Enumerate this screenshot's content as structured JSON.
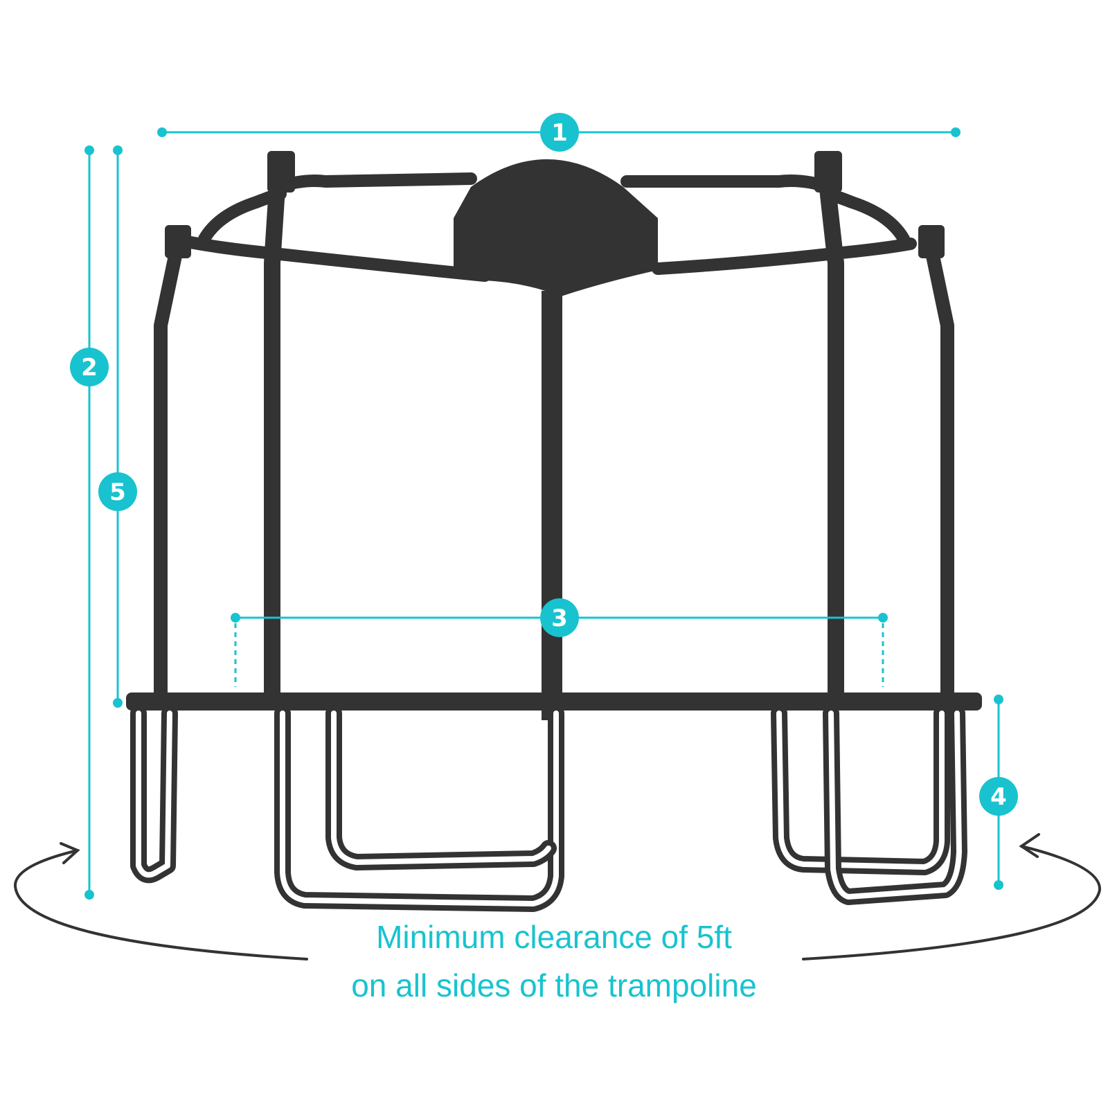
{
  "colors": {
    "accent": "#18c3cf",
    "frame": "#333333",
    "background": "#ffffff"
  },
  "markers": [
    {
      "id": "1",
      "label": "1"
    },
    {
      "id": "2",
      "label": "2"
    },
    {
      "id": "3",
      "label": "3"
    },
    {
      "id": "4",
      "label": "4"
    },
    {
      "id": "5",
      "label": "5"
    }
  ],
  "caption": {
    "line1": "Minimum clearance of 5ft",
    "line2": "on all sides of the trampoline"
  }
}
